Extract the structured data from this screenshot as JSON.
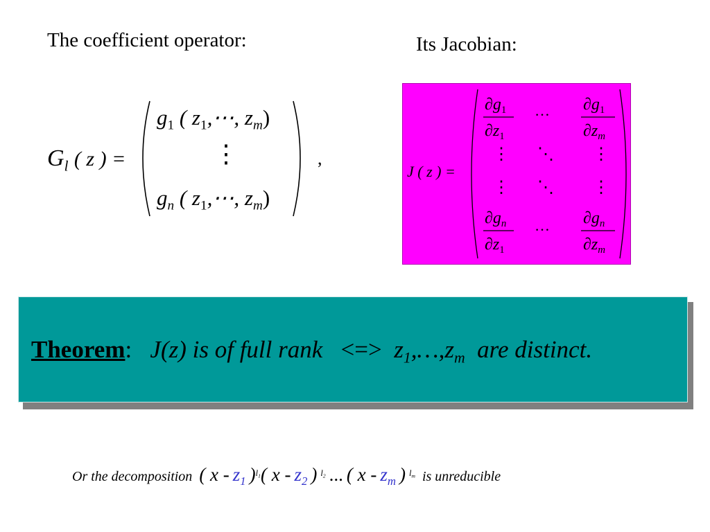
{
  "headings": {
    "coefficient_operator": "The coefficient operator:",
    "jacobian": "Its Jacobian:"
  },
  "g_formula": {
    "lhs_symbol": "G",
    "lhs_sub": "l",
    "lhs_arg": "( z ) =",
    "row1_g": "g",
    "row1_sub": "1",
    "row1_args": "( z",
    "row1_args_sub": "1",
    "row1_middle": ",⋯, z",
    "row1_end_sub": "m",
    "row1_close": ")",
    "vdots": "⋮",
    "row2_g": "g",
    "row2_sub": "n",
    "row2_args": "( z",
    "row2_args_sub": "1",
    "row2_middle": ",⋯, z",
    "row2_end_sub": "m",
    "row2_close": ")",
    "trailing_comma": ","
  },
  "jacobian_formula": {
    "lhs": "J ( z ) =",
    "partial": "∂",
    "g": "g",
    "z": "z",
    "sub_1": "1",
    "sub_n": "n",
    "sub_m": "m",
    "hdots": "…",
    "vdots": "⋮",
    "ddots": "⋱",
    "box_color": "#ff00ff"
  },
  "theorem": {
    "label": "Theorem",
    "colon": ":",
    "statement": "J(z) is of full rank",
    "equiv": "<=>",
    "z_first": "z",
    "z_first_sub": "1",
    "z_middle": ",…,z",
    "z_last_sub": "m",
    "conclusion": "are distinct.",
    "box_color": "#009999"
  },
  "footnote": {
    "intro": "Or the decomposition",
    "open1": "( x -",
    "z": "z",
    "sub_1": "1",
    "close1": ")",
    "exp_l": "l",
    "exp_sub_1": "1",
    "open2": "( x -",
    "sub_2": "2",
    "close2": ")",
    "exp_sub_2": "2",
    "ellipsis": "...",
    "open3": "( x -",
    "sub_m": "m",
    "close3": ")",
    "exp_sub_m": "m",
    "outro": "is unreducible",
    "accent_color": "#3333cc"
  }
}
